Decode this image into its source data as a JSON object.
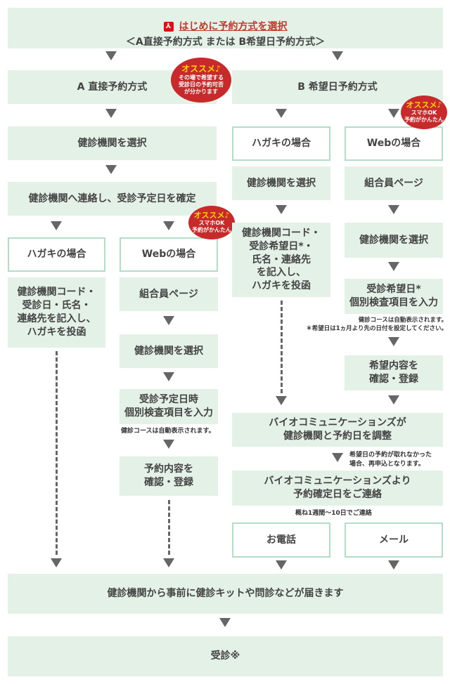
{
  "colors": {
    "box_green": "#e4f1e7",
    "box_border": "#b5dcc4",
    "bubble_red": "#c62a2a",
    "bubble_title": "#ffd400",
    "arrow": "#666666",
    "link": "#c0392b"
  },
  "header": {
    "link_text": "はじめに予約方式を選択",
    "icon": "pdf-icon",
    "subtitle": "＜A直接予約方式 または B希望日予約方式＞"
  },
  "col_a": {
    "title": "A 直接予約方式",
    "bubble": {
      "title": "オススメ♪",
      "text": "その場で希望する\n受診日の予約可否\nが分かります"
    },
    "select_clinic": "健診機関を選択",
    "contact": "健診機関へ連絡し、受診予定日を確定",
    "postcard": {
      "title": "ハガキの場合",
      "body": "健診機関コード・\n受診日・氏名・\n連絡先を記入し、\nハガキを投函"
    },
    "web": {
      "title": "Webの場合",
      "bubble": {
        "title": "オススメ♪",
        "text": "スマホOK\n予約がかんたん"
      },
      "member_page": "組合員ページ",
      "select_clinic": "健診機関を選択",
      "input": "受診予定日時\n個別検査項目を入力",
      "course_note": "健診コースは自動表示されます。",
      "confirm": "予約内容を\n確認・登録"
    }
  },
  "col_b": {
    "title": "B 希望日予約方式",
    "postcard": {
      "title": "ハガキの場合",
      "select_clinic": "健診機関を選択",
      "body": "健診機関コード・\n受診希望日*・\n氏名・連絡先\nを記入し、\nハガキを投函"
    },
    "web": {
      "title": "Webの場合",
      "bubble": {
        "title": "オススメ♪",
        "text": "スマホOK\n予約がかんたん"
      },
      "member_page": "組合員ページ",
      "select_clinic": "健診機関を選択",
      "input": "受診希望日*\n個別検査項目を入力",
      "course_note": "健診コースは自動表示されます。\n＊希望日は1ヵ月より先の日付を設定してください。",
      "confirm": "希望内容を\n確認・登録"
    },
    "adjust": "バイオコミュニケーションズが\n健診機関と予約日を調整",
    "retry_note": "希望日の予約が取れなかった\n場合、再申込となります。",
    "notify": "バイオコミュニケーションズより\n予約確定日をご連絡",
    "notify_note": "概ね1週間～10日でご連絡",
    "phone": "お電話",
    "mail": "メール"
  },
  "kit": "健診機関から事前に健診キットや問診などが届きます",
  "final": "受診※"
}
